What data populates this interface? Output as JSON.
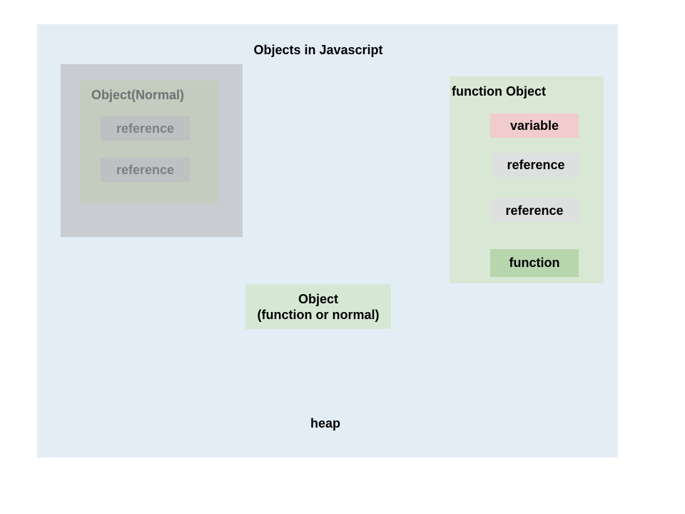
{
  "diagram": {
    "title": "Objects in Javascript",
    "heap_label": "heap",
    "normal_object": {
      "title": "Object(Normal)",
      "references": [
        "reference",
        "reference"
      ]
    },
    "function_object": {
      "title": "function Object",
      "variable": "variable",
      "references": [
        "reference",
        "reference"
      ],
      "function": "function"
    },
    "center_object": {
      "line1": "Object",
      "line2": "(function or normal)"
    }
  },
  "colors": {
    "heap_background": "#e3edf6",
    "faded_outer": "#c9cdd1",
    "faded_inner": "#c4ccbf",
    "function_object_background": "#d8e8d4",
    "variable_fill": "#f1cbcd",
    "reference_fill": "#dedfdf",
    "function_fill": "#b7d6ad",
    "center_object_fill": "#d6e8d3"
  }
}
